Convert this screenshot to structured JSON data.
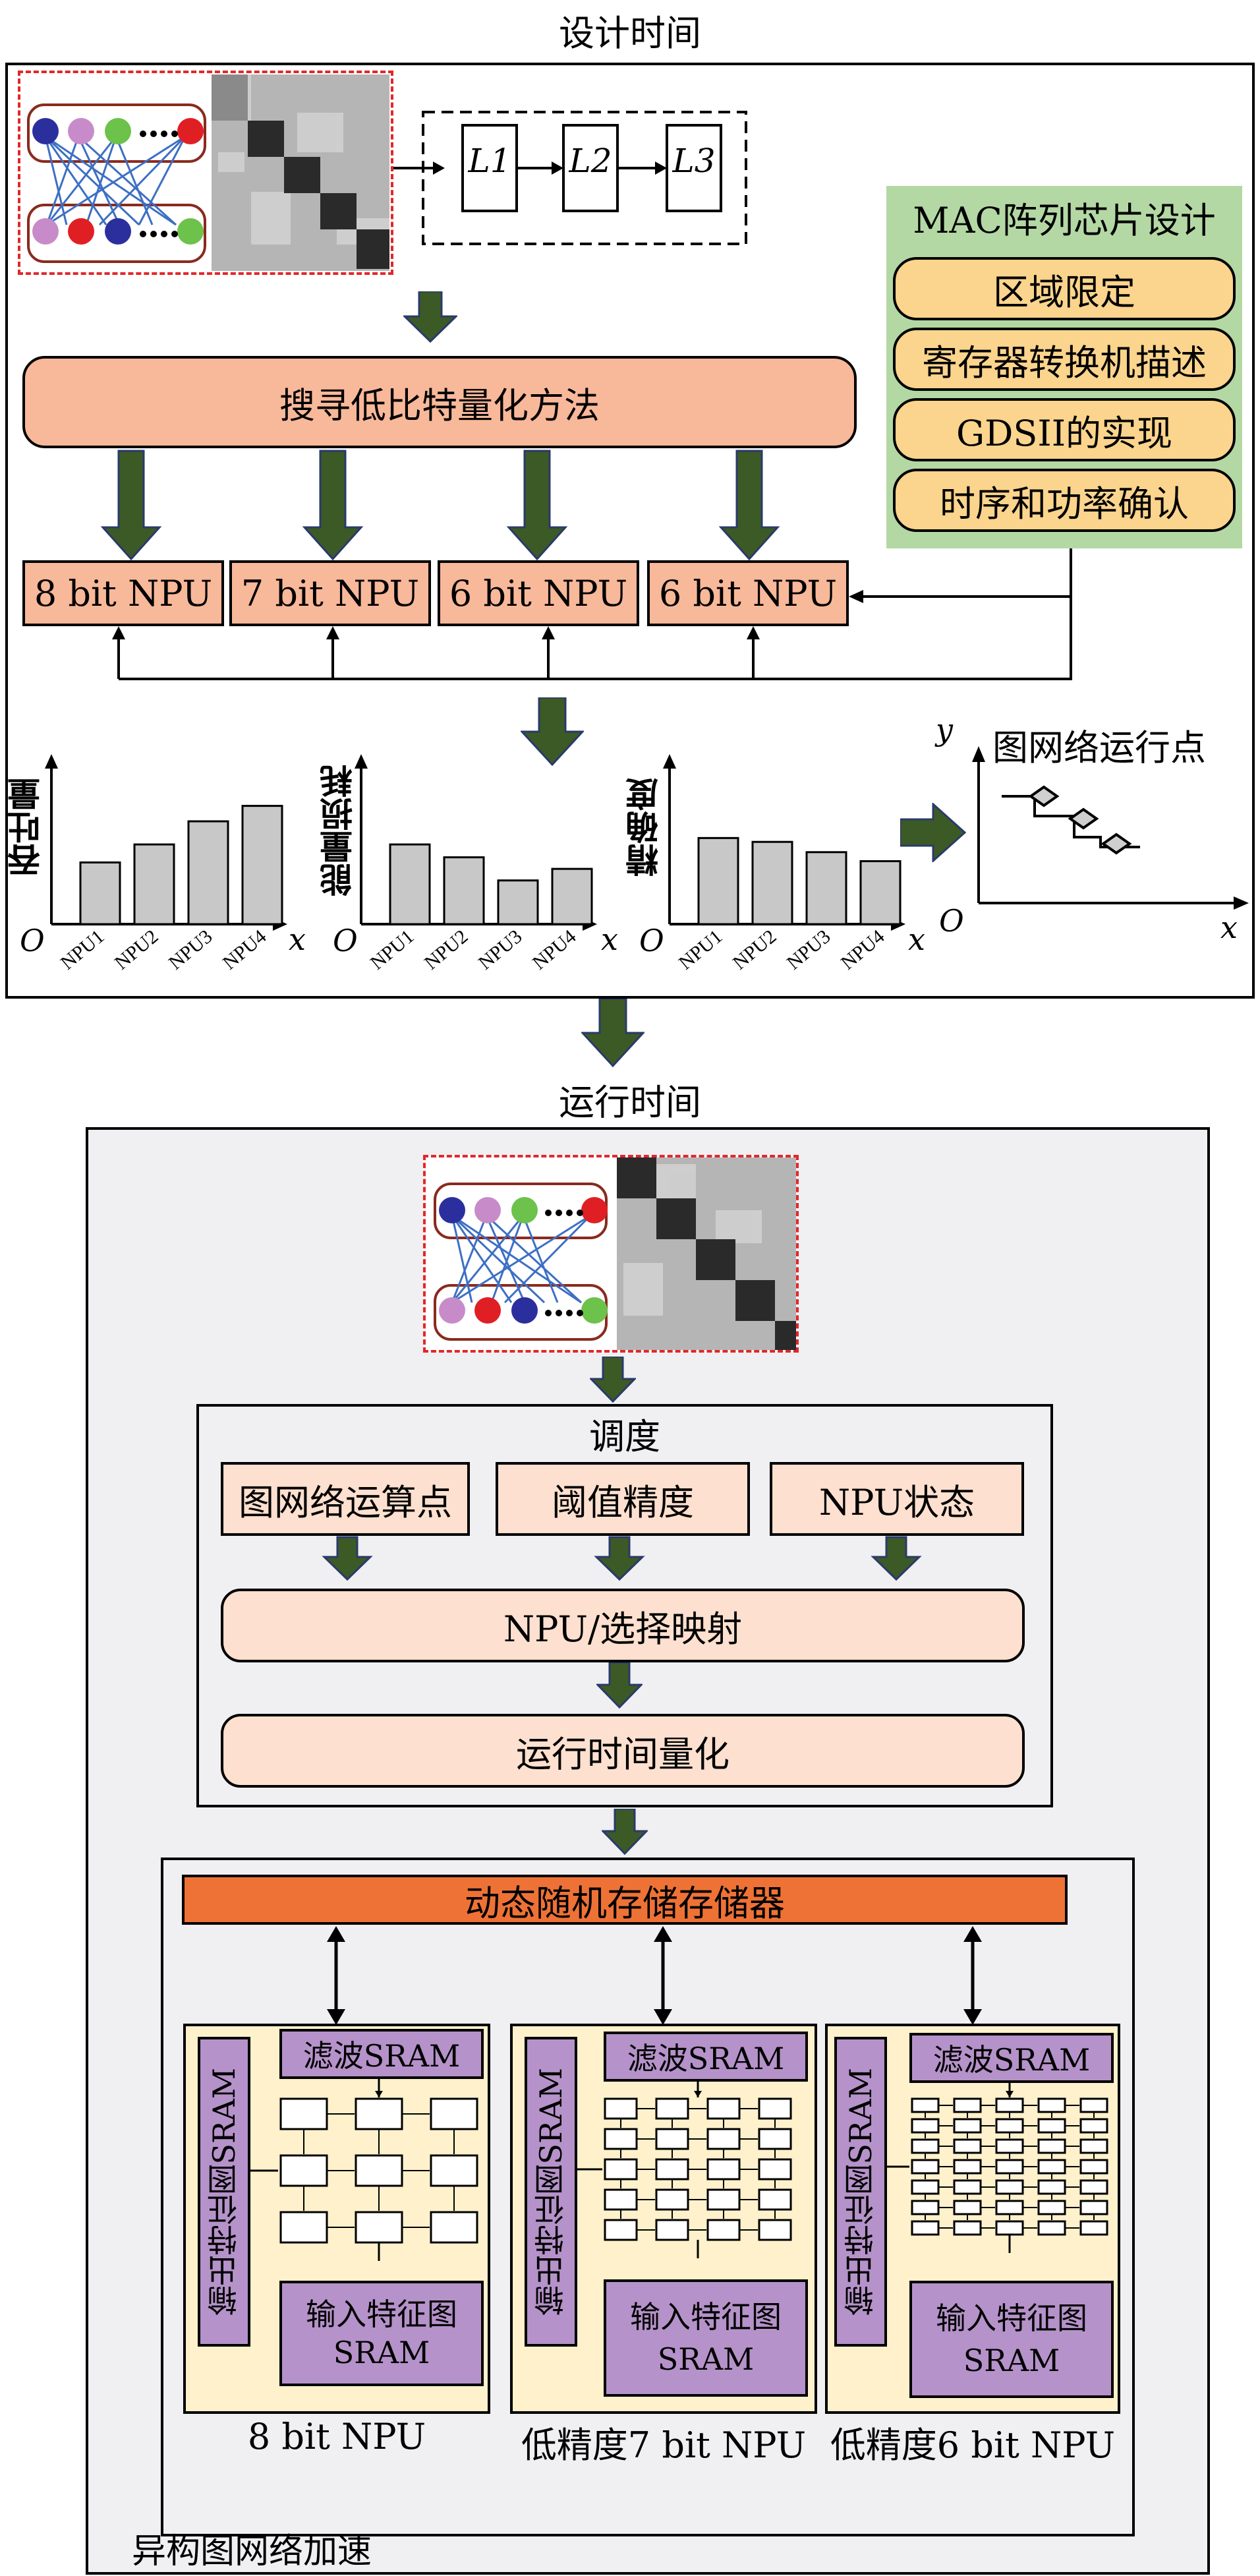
{
  "design": {
    "title": "设计时间",
    "layers": [
      "L1",
      "L2",
      "L3"
    ],
    "search": "搜寻低比特量化方法",
    "mac": {
      "title": "MAC阵列芯片设计",
      "items": [
        "区域限定",
        "寄存器转换机描述",
        "GDSII的实现",
        "时序和功率确认"
      ]
    },
    "npus": [
      "8 bit NPU",
      "7 bit NPU",
      "6 bit NPU",
      "6 bit NPU"
    ],
    "charts": [
      {
        "ylabel": "吞吐量",
        "origin": "O",
        "xlabel": "x",
        "categories": [
          "NPU1",
          "NPU2",
          "NPU3",
          "NPU4"
        ],
        "values": [
          0.48,
          0.62,
          0.8,
          0.92
        ]
      },
      {
        "ylabel": "能量损耗",
        "origin": "O",
        "xlabel": "x",
        "categories": [
          "NPU1",
          "NPU2",
          "NPU3",
          "NPU4"
        ],
        "values": [
          0.62,
          0.52,
          0.34,
          0.43
        ]
      },
      {
        "ylabel": "精确度",
        "origin": "O",
        "xlabel": "x",
        "categories": [
          "NPU1",
          "NPU2",
          "NPU3",
          "NPU4"
        ],
        "values": [
          0.67,
          0.64,
          0.56,
          0.49
        ]
      }
    ],
    "points_chart": {
      "title": "图网络运行点",
      "ylabel": "y",
      "xlabel": "x",
      "origin": "O"
    }
  },
  "runtime": {
    "title": "运行时间",
    "schedule": {
      "title": "调度",
      "inputs": [
        "图网络运算点",
        "阈值精度",
        "NPU状态"
      ],
      "mapping": "NPU/选择映射",
      "quant": "运行时间量化"
    },
    "hetero": {
      "dram": "动态随机存储存储器",
      "footer": "异构图网络加速",
      "panels": [
        {
          "filter": "滤波SRAM",
          "output": "输出特征图SRAM",
          "input": "输入特征图\nSRAM",
          "caption": "8 bit NPU"
        },
        {
          "filter": "滤波SRAM",
          "output": "输出特征图SRAM",
          "input": "输入特征图\nSRAM",
          "caption": "低精度7 bit NPU"
        },
        {
          "filter": "滤波SRAM",
          "output": "输出特征图SRAM",
          "input": "输入特征图\nSRAM",
          "caption": "低精度6 bit NPU"
        }
      ]
    }
  },
  "colors": {
    "arrow_green": "#3c5a25",
    "salmon": "#f8b89a",
    "peach": "#fde0cf",
    "yellow": "#fbd48d",
    "green_panel": "#b4d8a4",
    "orange": "#ee7236",
    "purple": "#b592c9",
    "panel_bg": "#fef1cb",
    "runtime_bg": "#f0eff2"
  }
}
